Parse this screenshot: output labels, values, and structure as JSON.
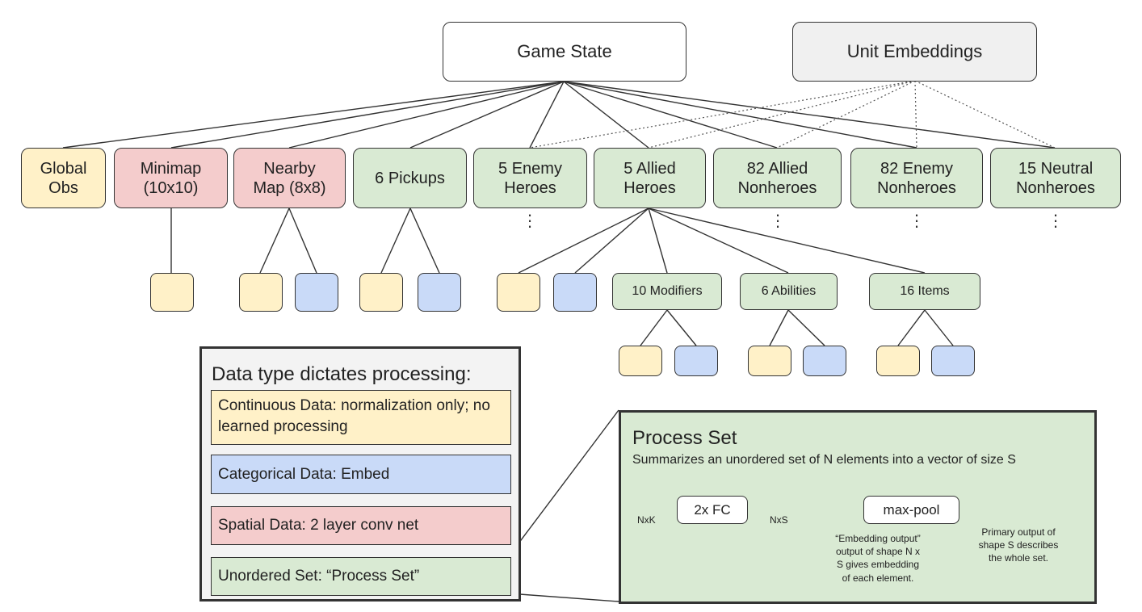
{
  "root": {
    "label": "Game State"
  },
  "embeddings": {
    "label": "Unit Embeddings"
  },
  "categories": [
    {
      "label": "Global Obs"
    },
    {
      "label": "Minimap (10x10)"
    },
    {
      "label": "Nearby Map (8x8)"
    },
    {
      "label": "6 Pickups"
    },
    {
      "label": "5 Enemy Heroes"
    },
    {
      "label": "5 Allied Heroes"
    },
    {
      "label": "82 Allied Nonheroes"
    },
    {
      "label": "82 Enemy Nonheroes"
    },
    {
      "label": "15 Neutral Nonheroes"
    }
  ],
  "hero_children": [
    {
      "label": "10 Modifiers"
    },
    {
      "label": "6 Abilities"
    },
    {
      "label": "16 Items"
    }
  ],
  "legend": {
    "title": "Data type dictates processing:",
    "items": [
      {
        "label": "Continuous Data: normalization only; no learned processing",
        "color": "#fff1c8"
      },
      {
        "label": "Categorical Data: Embed",
        "color": "#c9daf8"
      },
      {
        "label": "Spatial Data: 2 layer conv net",
        "color": "#f4cccc"
      },
      {
        "label": "Unordered Set: “Process Set”",
        "color": "#d9ead3"
      }
    ]
  },
  "process_set": {
    "title": "Process Set",
    "subtitle": "Summarizes an unordered set of N elements into a vector of size S",
    "fc_label": "2x FC",
    "pool_label": "max-pool",
    "input_dim": "NxK",
    "mid_dim": "NxS",
    "embedding_note": "“Embedding output” output of shape N x S gives embedding of each element.",
    "primary_note": "Primary output of shape S describes the whole set."
  }
}
